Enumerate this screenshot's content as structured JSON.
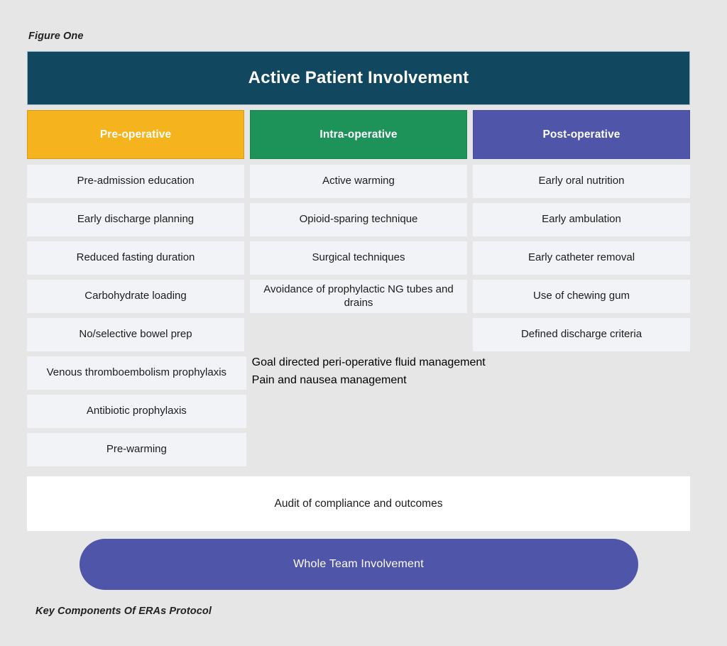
{
  "figure": {
    "top_label": "Figure One",
    "bottom_caption": "Key Components Of ERAs Protocol"
  },
  "banner": {
    "title": "Active Patient Involvement",
    "color": "#12485F"
  },
  "columns": [
    {
      "key": "pre-operative",
      "header": "Pre-operative",
      "color": "#F5B41D",
      "items": [
        "Pre-admission education",
        "Early discharge planning",
        "Reduced fasting duration",
        "Carbohydrate loading",
        "No/selective bowel prep",
        "Venous thromboembolism prophylaxis",
        "Antibiotic prophylaxis",
        "Pre-warming"
      ]
    },
    {
      "key": "intra-operative",
      "header": "Intra-operative",
      "color": "#1E9359",
      "items": [
        "Active warming",
        "Opioid-sparing technique",
        "Surgical techniques",
        "Avoidance of prophylactic NG tubes and drains"
      ]
    },
    {
      "key": "post-operative",
      "header": "Post-operative",
      "color": "#4F55A8",
      "items": [
        "Early oral nutrition",
        "Early ambulation",
        "Early catheter removal",
        "Use of chewing gum",
        "Defined discharge criteria"
      ]
    }
  ],
  "spanning_rows": [
    "Goal directed peri-operative fluid management",
    "Pain and nausea management"
  ],
  "audit_bar": {
    "text": "Audit of compliance and outcomes",
    "color": "#FFFFFF"
  },
  "pill": {
    "text": "Whole Team Involvement",
    "color": "#4F55A8"
  },
  "cell_style": {
    "background": "#F2F3F6",
    "text_color": "#1C1C1C"
  },
  "page_background": "#E6E6E6"
}
